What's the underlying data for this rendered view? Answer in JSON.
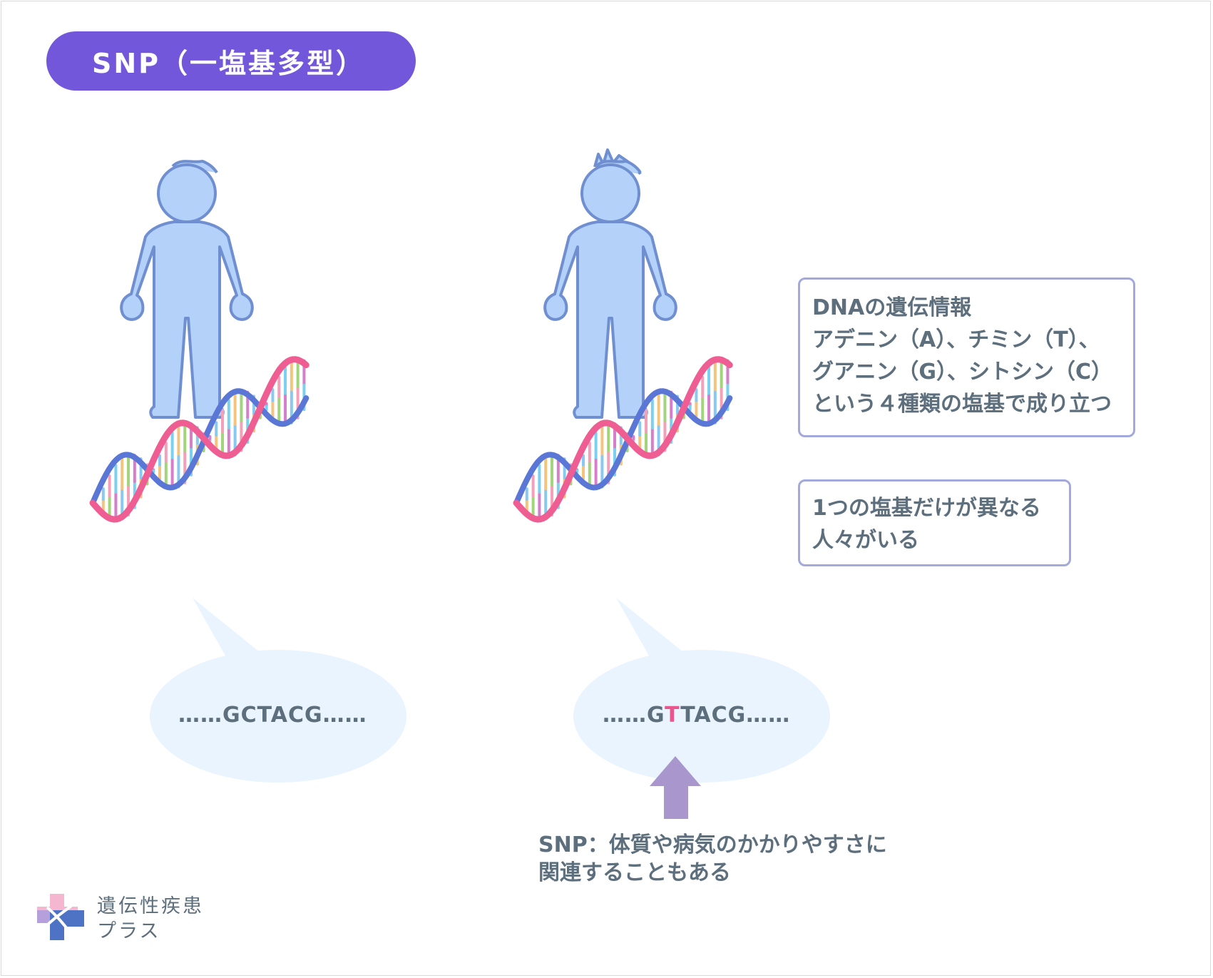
{
  "title": "SNP（一塩基多型）",
  "persons": [
    {
      "sequence": {
        "prefix": "……GC",
        "highlight": "",
        "suffix": "TACG……"
      }
    },
    {
      "sequence": {
        "prefix": "……G",
        "highlight": "T",
        "suffix": "TACG……"
      }
    }
  ],
  "info_box_1": {
    "lines": [
      "DNAの遺伝情報",
      "アデニン（A）、チミン（T）、",
      "グアニン（G）、シトシン（C）",
      "という４種類の塩基で成り立つ"
    ]
  },
  "info_box_2": {
    "lines": [
      "1つの塩基だけが異なる",
      "人々がいる"
    ]
  },
  "caption": {
    "lines": [
      "SNP：体質や病気のかかりやすさに",
      "関連することもある"
    ]
  },
  "logo": {
    "lines": [
      "遺伝性疾患",
      "プラス"
    ]
  },
  "colors": {
    "title_background": "#7357db",
    "person_fill": "#b3d1f9",
    "person_outline": "#6f8fd0",
    "dna_strand_pink": "#ef5e92",
    "dna_strand_blue": "#5a77d6",
    "bubble": "#eaf4fe",
    "highlight_base": "#e8568d",
    "arrow": "#a996cc",
    "box_border": "#a3a9dd",
    "text": "#5d6f7d"
  },
  "icons": [
    "person-icon",
    "dna-helix-icon",
    "up-arrow-icon",
    "logo-cross-icon"
  ]
}
